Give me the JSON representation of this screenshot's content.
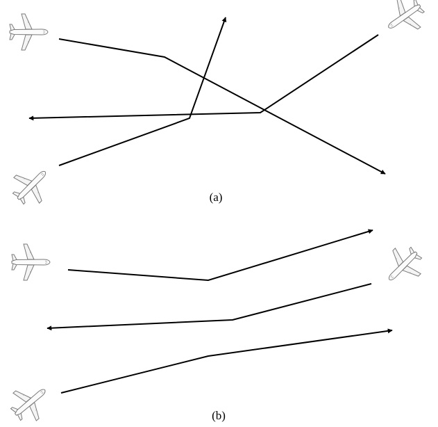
{
  "panels": [
    {
      "caption": "(a)",
      "aircraft": [
        {
          "icon": "airplane-icon",
          "heading_deg": 0
        },
        {
          "icon": "airplane-icon",
          "heading_deg": 145
        },
        {
          "icon": "airplane-icon",
          "heading_deg": -45
        }
      ]
    },
    {
      "caption": "(b)",
      "aircraft": [
        {
          "icon": "airplane-icon",
          "heading_deg": 0
        },
        {
          "icon": "airplane-icon",
          "heading_deg": 135
        },
        {
          "icon": "airplane-icon",
          "heading_deg": -40
        }
      ]
    }
  ]
}
